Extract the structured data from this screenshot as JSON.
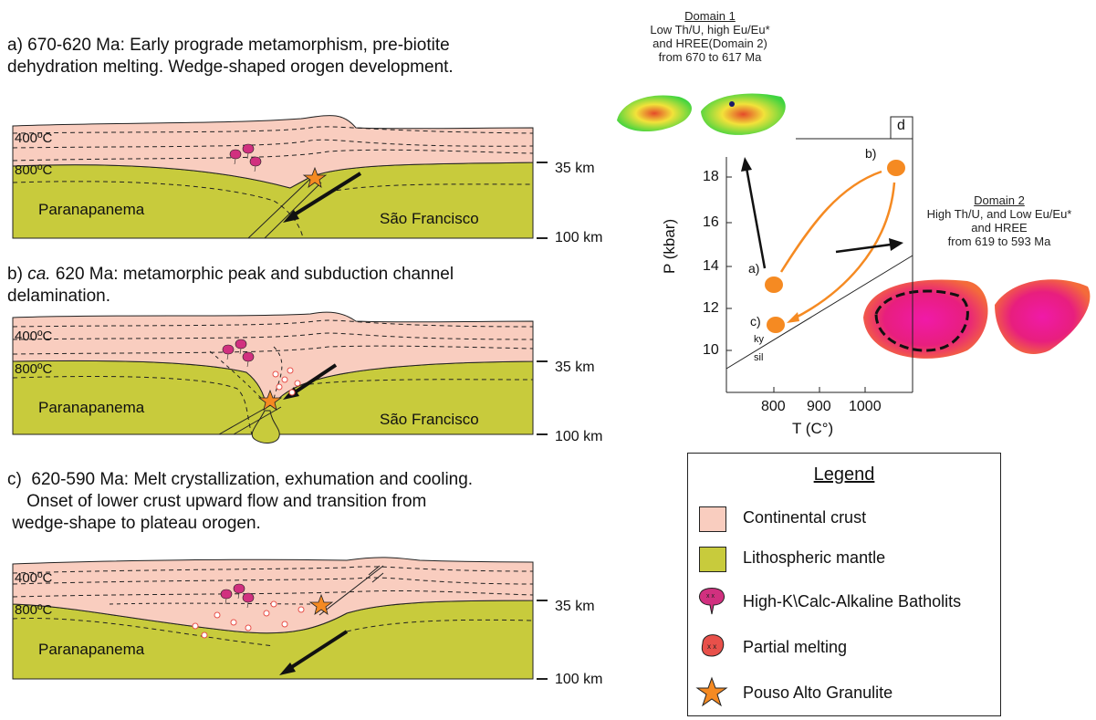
{
  "captions": {
    "a_line1": "a) 670-620 Ma: Early prograde metamorphism, pre-biotite",
    "a_line2": "dehydration melting. Wedge-shaped orogen development.",
    "b_prefix": "b) ",
    "b_ital": "ca.",
    "b_rest": " 620 Ma: metamorphic peak and subduction channel",
    "b_line2": "delamination.",
    "c_line1": "c)  620-590 Ma: Melt crystallization, exhumation and cooling.",
    "c_line2": "    Onset of lower crust upward flow and transition from",
    "c_line3": " wedge-shape to plateau orogen."
  },
  "sections": {
    "temp_400": "400ºC",
    "temp_800": "800ºC",
    "west": "Paranapanema",
    "east": "São Francisco",
    "depth_35": "35 km",
    "depth_100": "100 km"
  },
  "pt_diagram": {
    "panel_label": "d",
    "y_axis_label": "P (kbar)",
    "x_axis_label": "T (C°)",
    "y_ticks": [
      "18",
      "16",
      "14",
      "12",
      "10"
    ],
    "x_ticks": [
      "800",
      "900",
      "1000"
    ],
    "points": {
      "a": "a)",
      "b": "b)",
      "c": "c)"
    },
    "ky": "ky",
    "sil": "sil"
  },
  "domain1": {
    "title": "Domain 1",
    "line1": "Low Th/U, high Eu/Eu*",
    "line2": "and HREE(Domain 2)",
    "line3": "from 670 to 617 Ma"
  },
  "domain2": {
    "title": "Domain 2",
    "line1": "High Th/U, and Low Eu/Eu*",
    "line2": "and HREE",
    "line3": "from 619 to 593 Ma"
  },
  "legend": {
    "title": "Legend",
    "items": [
      "Continental crust",
      "Lithospheric mantle",
      "High-K\\Calc-Alkaline Batholits",
      "Partial melting",
      "Pouso Alto Granulite"
    ]
  },
  "colors": {
    "crust": "#f9cdbf",
    "mantle": "#c8cb3c",
    "pink": "#d1307f",
    "orange": "#f58a22",
    "partial_melt": "#e8504a"
  }
}
